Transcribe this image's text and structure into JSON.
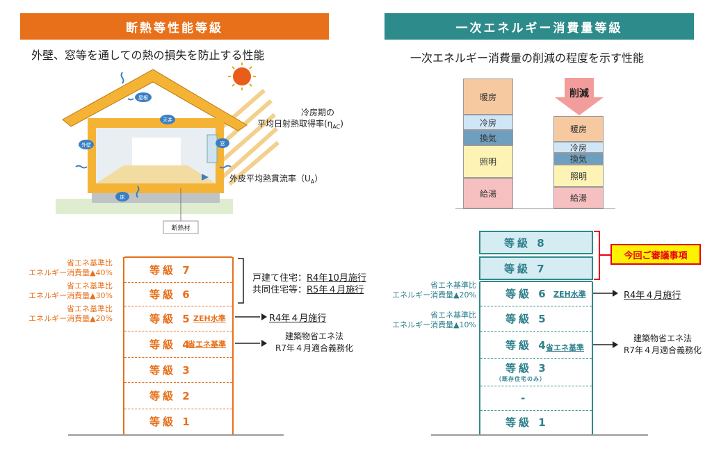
{
  "left": {
    "header": "断熱等性能等級",
    "subtitle": "外壁、窓等を通しての熱の損失を防止する性能",
    "house_labels": {
      "roof": "屋根",
      "ceiling": "天井",
      "wall": "外壁",
      "window": "窓",
      "floor": "床",
      "insulation": "断熱材",
      "cooling_line1": "冷房期の",
      "cooling_line2": "平均日射熱取得率(η",
      "cooling_sub": "AC",
      "ua_label": "外皮平均熱貫流率（U",
      "ua_sub": "A"
    },
    "grades": [
      {
        "label": "等級 7"
      },
      {
        "label": "等級 6"
      },
      {
        "label": "等級 5"
      },
      {
        "label": "等級 4"
      },
      {
        "label": "等級 3"
      },
      {
        "label": "等級 2"
      },
      {
        "label": "等級 1"
      }
    ],
    "tag_zeh": "ZEH水準",
    "tag_std": "省エネ基準",
    "notes": [
      {
        "line1": "省エネ基準比",
        "line2": "エネルギー消費量▲40%"
      },
      {
        "line1": "省エネ基準比",
        "line2": "エネルギー消費量▲30%"
      },
      {
        "line1": "省エネ基準比",
        "line2": "エネルギー消費量▲20%"
      }
    ],
    "side_detached_pre": "戸建て住宅：",
    "side_detached": "R4年10月施行",
    "side_collective_pre": "共同住宅等：",
    "side_collective": "R5年４月施行",
    "side_g5": "R4年４月施行",
    "side_law1": "建築物省エネ法",
    "side_law2": "R7年４月適合義務化"
  },
  "right": {
    "header": "一次エネルギー消費量等級",
    "subtitle": "一次エネルギー消費量の削減の程度を示す性能",
    "bar_before": [
      {
        "label": "暖房",
        "color": "#f7c9a1"
      },
      {
        "label": "冷房",
        "color": "#cfe6f7"
      },
      {
        "label": "換気",
        "color": "#6f9fbf"
      },
      {
        "label": "照明",
        "color": "#fdf3b5"
      },
      {
        "label": "給湯",
        "color": "#f7c0c0"
      }
    ],
    "bar_after": [
      {
        "label": "暖房",
        "color": "#f7c9a1"
      },
      {
        "label": "冷房",
        "color": "#cfe6f7"
      },
      {
        "label": "換気",
        "color": "#6f9fbf"
      },
      {
        "label": "照明",
        "color": "#fdf3b5"
      },
      {
        "label": "給湯",
        "color": "#f7c0c0"
      }
    ],
    "reduction_label": "削減",
    "grades": [
      {
        "label": "等級 8"
      },
      {
        "label": "等級 7"
      },
      {
        "label": "等級 6"
      },
      {
        "label": "等級 5"
      },
      {
        "label": "等級 4"
      },
      {
        "label": "等級 3"
      },
      {
        "label": "-"
      },
      {
        "label": "等級 1"
      }
    ],
    "g3_note": "（既存住宅のみ）",
    "tag_zeh": "ZEH水準",
    "tag_std": "省エネ基準",
    "callout": "今回ご審議事項",
    "notes": [
      {
        "line1": "省エネ基準比",
        "line2": "エネルギー消費量▲20%"
      },
      {
        "line1": "省エネ基準比",
        "line2": "エネルギー消費量▲10%"
      }
    ],
    "side_g6": "R4年４月施行",
    "side_law1": "建築物省エネ法",
    "side_law2": "R7年４月適合義務化"
  },
  "colors": {
    "orange": "#e8701a",
    "teal": "#2e8b8b",
    "callout_red": "#e60012",
    "callout_fill": "#fff200"
  }
}
